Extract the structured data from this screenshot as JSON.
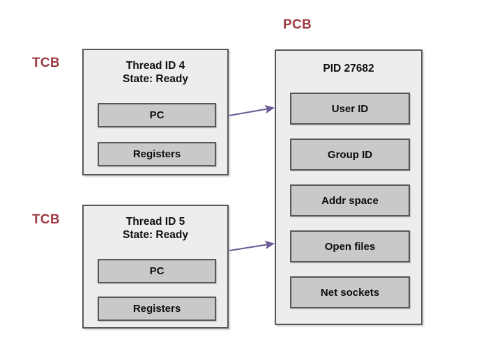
{
  "diagram": {
    "title_caption_left_top": "TCB",
    "title_caption_left_bottom": "TCB",
    "title_caption_right": "PCB",
    "accent_color": "#9e3b42",
    "arrow_color": "#6b5a96",
    "block_fill": "#ededed",
    "field_fill": "#c9c9c9",
    "border_color": "#58585a"
  },
  "tcb_blocks": [
    {
      "caption": "TCB",
      "title_line_1": "Thread ID 4",
      "title_line_2": "State: Ready",
      "fields": [
        {
          "label": "PC"
        },
        {
          "label": "Registers"
        }
      ]
    },
    {
      "caption": "TCB",
      "title_line_1": "Thread ID 5",
      "title_line_2": "State: Ready",
      "fields": [
        {
          "label": "PC"
        },
        {
          "label": "Registers"
        }
      ]
    }
  ],
  "pcb_block": {
    "caption": "PCB",
    "title": "PID 27682",
    "fields": [
      {
        "label": "User ID"
      },
      {
        "label": "Group ID"
      },
      {
        "label": "Addr space"
      },
      {
        "label": "Open files"
      },
      {
        "label": "Net sockets"
      }
    ]
  },
  "arrows": [
    {
      "name": "tcb4-to-pcb",
      "from": "Thread ID 4",
      "to": "PCB"
    },
    {
      "name": "tcb5-to-pcb",
      "from": "Thread ID 5",
      "to": "PCB"
    }
  ]
}
